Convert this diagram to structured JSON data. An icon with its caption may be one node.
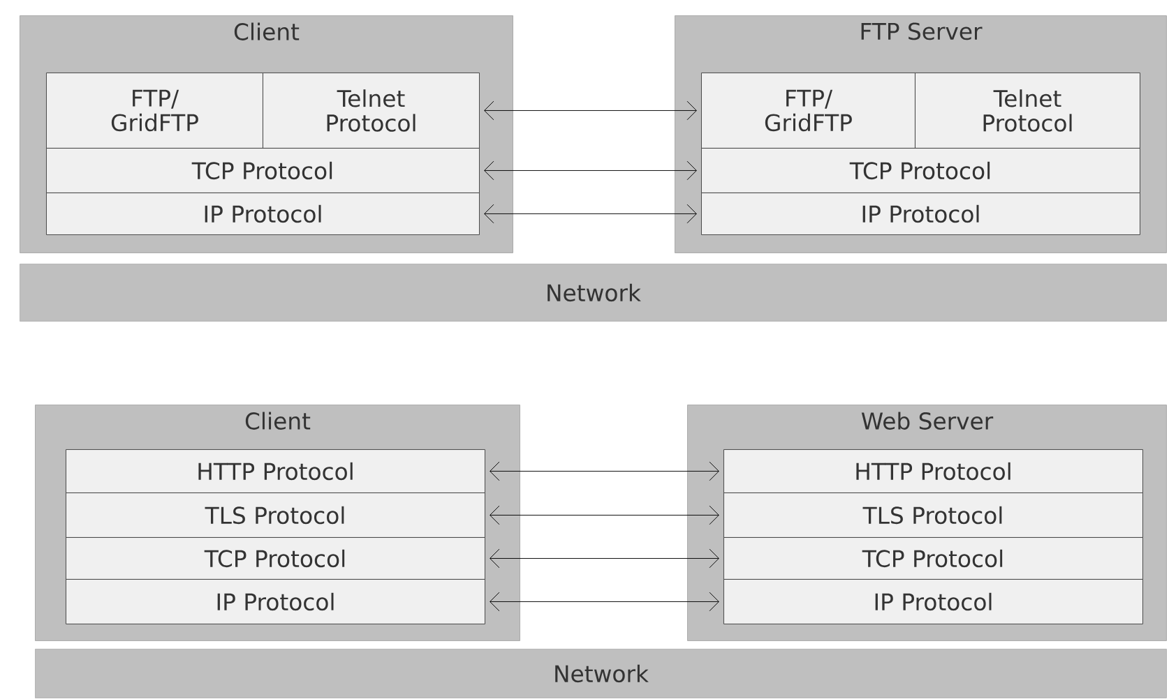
{
  "diagram": {
    "nodes": [
      {
        "text": [
          "Client"
        ]
      },
      {
        "text": [
          "FTP/ GridFTP"
        ],
        "in": 0
      },
      {
        "text": [
          "Telnet Protocol"
        ],
        "in": 0
      },
      {
        "text": [
          "TCP Protocol"
        ],
        "in": 0
      },
      {
        "text": [
          "IP Protocol"
        ],
        "in": 0
      },
      {
        "text": [
          "FTP Server"
        ]
      },
      {
        "text": [
          "FTP/ GridFTP"
        ],
        "in": 5
      },
      {
        "text": [
          "Telnet Protocol"
        ],
        "in": 5
      },
      {
        "text": [
          "TCP Protocol"
        ],
        "in": 5
      },
      {
        "text": [
          "IP Protocol"
        ],
        "in": 5
      },
      {
        "text": [
          "Network"
        ]
      },
      {
        "text": [
          "Client"
        ]
      },
      {
        "text": [
          "HTTP Protocol"
        ],
        "in": 11
      },
      {
        "text": [
          "TLS Protocol"
        ],
        "in": 11
      },
      {
        "text": [
          "TCP Protocol"
        ],
        "in": 11
      },
      {
        "text": [
          "IP Protocol"
        ],
        "in": 11
      },
      {
        "text": [
          "Web Server"
        ]
      },
      {
        "text": [
          "HTTP Protocol"
        ],
        "in": 16
      },
      {
        "text": [
          "TLS Protocol"
        ],
        "in": 16
      },
      {
        "text": [
          "TCP Protocol"
        ],
        "in": 16
      },
      {
        "text": [
          "IP Protocol"
        ],
        "in": 16
      },
      {
        "text": [
          "Network"
        ]
      }
    ],
    "edges": [
      {
        "from": 2,
        "to": 6,
        "arrow": "both"
      },
      {
        "from": 3,
        "to": 8,
        "arrow": "both"
      },
      {
        "from": 4,
        "to": 9,
        "arrow": "both"
      },
      {
        "from": 12,
        "to": 17,
        "arrow": "both"
      },
      {
        "from": 13,
        "to": 18,
        "arrow": "both"
      },
      {
        "from": 14,
        "to": 19,
        "arrow": "both"
      },
      {
        "from": 15,
        "to": 20,
        "arrow": "both"
      }
    ]
  }
}
